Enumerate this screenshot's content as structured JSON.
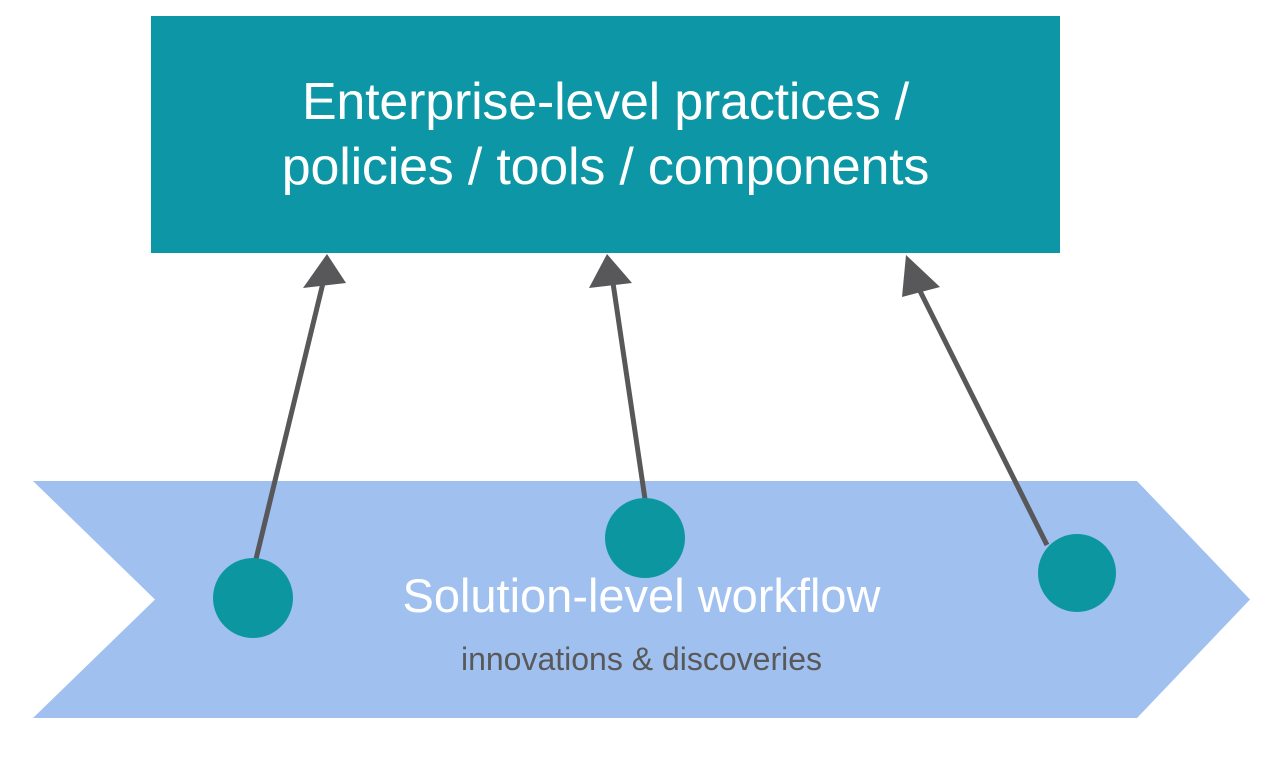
{
  "diagram": {
    "type": "flow-relationship-diagram",
    "background_color": "#ffffff",
    "enterprise_box": {
      "line1": "Enterprise-level practices /",
      "line2": "policies / tools / components",
      "fill_color": "#0d96a5",
      "text_color": "#ffffff"
    },
    "workflow_banner": {
      "title": "Solution-level workflow",
      "subtitle": "innovations & discoveries",
      "fill_color": "#a0c0f0",
      "title_color": "#ffffff",
      "subtitle_color": "#595959",
      "shape": "chevron-arrow-right"
    },
    "nodes": [
      {
        "name": "innovation-node-1",
        "color": "#0c97a0"
      },
      {
        "name": "innovation-node-2",
        "color": "#0c97a0"
      },
      {
        "name": "innovation-node-3",
        "color": "#0c97a0"
      }
    ],
    "connectors": {
      "color": "#58585a",
      "count": 3,
      "direction": "node-to-enterprise-box",
      "arrowhead": "filled-triangle"
    }
  }
}
